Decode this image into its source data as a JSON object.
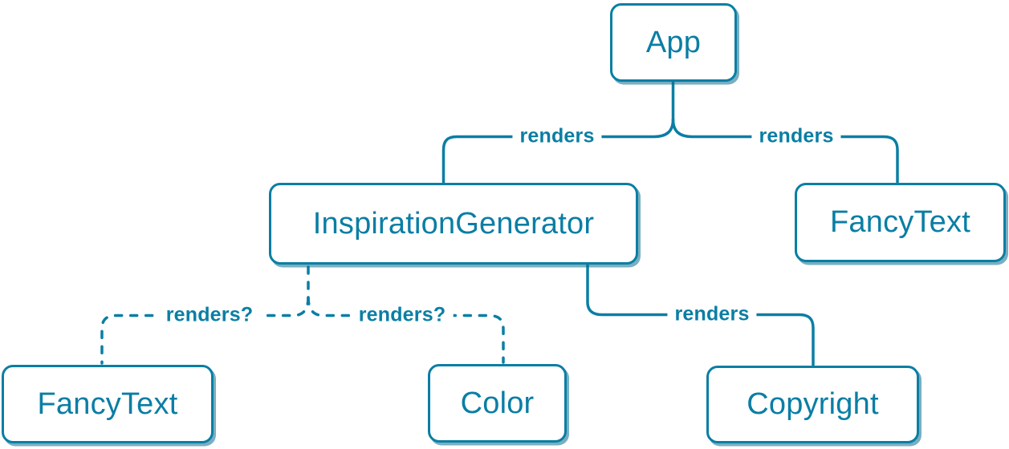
{
  "diagram": {
    "description": "React component render tree",
    "colors": {
      "accent": "#0a7ea4",
      "node_fill": "#ffffff",
      "node_shadow": "rgba(11,110,142,0.55)",
      "background": "#ffffff"
    },
    "nodes": [
      {
        "id": "app",
        "label": "App"
      },
      {
        "id": "inspiration-generator",
        "label": "InspirationGenerator"
      },
      {
        "id": "fancy-text-top",
        "label": "FancyText"
      },
      {
        "id": "fancy-text-bottom",
        "label": "FancyText"
      },
      {
        "id": "color",
        "label": "Color"
      },
      {
        "id": "copyright",
        "label": "Copyright"
      }
    ],
    "edges": [
      {
        "from": "App",
        "to": "InspirationGenerator",
        "label": "renders",
        "style": "solid"
      },
      {
        "from": "App",
        "to": "FancyText",
        "label": "renders",
        "style": "solid"
      },
      {
        "from": "InspirationGenerator",
        "to": "FancyText",
        "label": "renders?",
        "style": "dashed"
      },
      {
        "from": "InspirationGenerator",
        "to": "Color",
        "label": "renders?",
        "style": "dashed"
      },
      {
        "from": "InspirationGenerator",
        "to": "Copyright",
        "label": "renders",
        "style": "solid"
      }
    ]
  }
}
